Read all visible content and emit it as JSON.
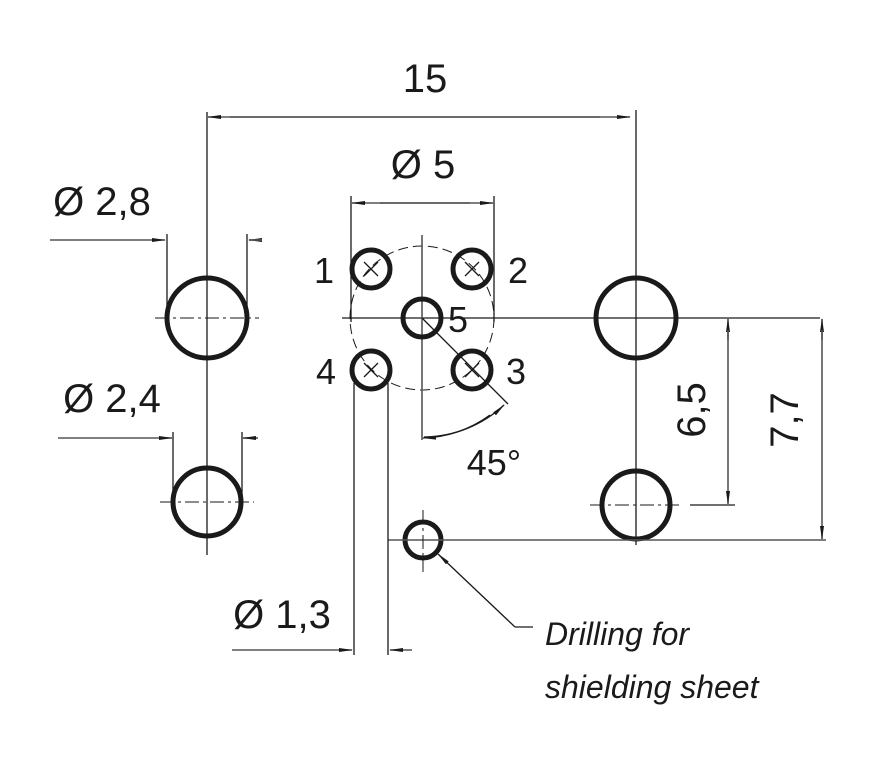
{
  "drawing": {
    "dimensions": {
      "width_total": "15",
      "pitch_circle": "Ø 5",
      "large_hole": "Ø 2,8",
      "medium_hole": "Ø 2,4",
      "small_hole": "Ø 1,3",
      "vertical_inner": "6,5",
      "vertical_outer": "7,7",
      "angle": "45°"
    },
    "pins": [
      "1",
      "2",
      "3",
      "4",
      "5"
    ],
    "annotation": {
      "line1": "Drilling for",
      "line2": "shielding sheet"
    },
    "colors": {
      "ink": "#1a1a1a",
      "background": "#ffffff"
    }
  }
}
